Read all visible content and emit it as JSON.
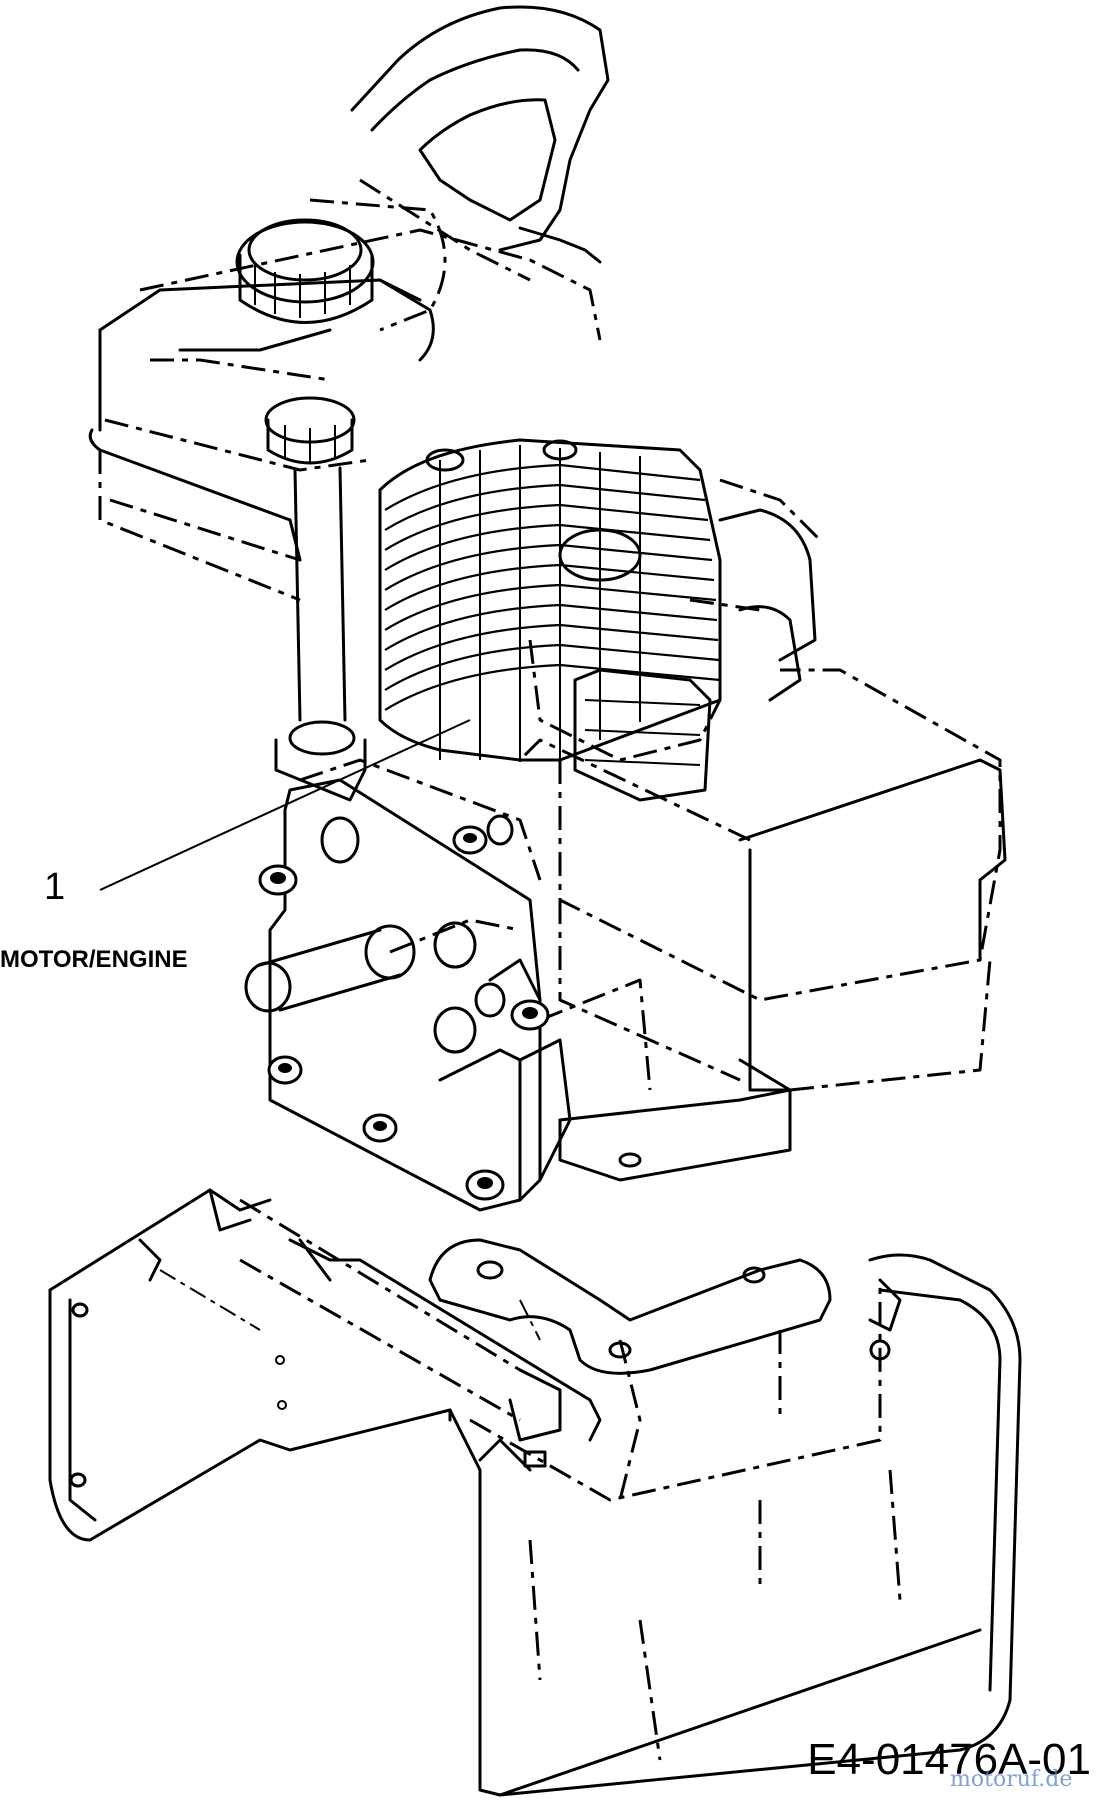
{
  "callout": {
    "number": "1",
    "label": "MOTOR/ENGINE"
  },
  "drawing_number": "E4-01476A-01",
  "watermark": {
    "logo": "motoruf.de",
    "color": "#5b7fc7"
  }
}
